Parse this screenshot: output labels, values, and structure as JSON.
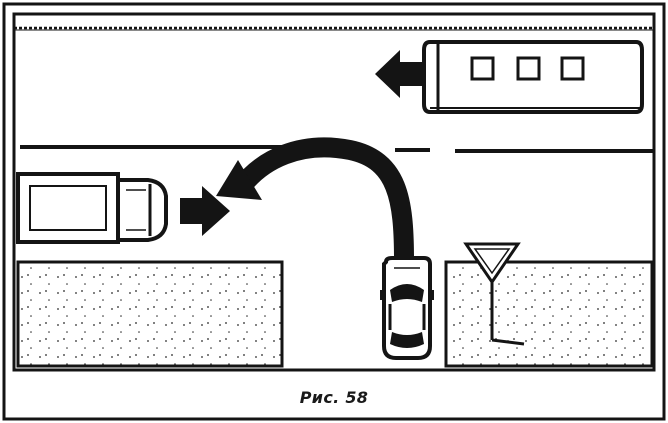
{
  "figure": {
    "caption": "Рис. 58",
    "colors": {
      "ink": "#141414",
      "paper": "#ffffff",
      "sidewalk_dot": "#2a2a2a"
    },
    "elements": [
      "road-edge-top",
      "center-dashed-line",
      "bus",
      "bus-direction-arrow",
      "truck",
      "truck-direction-arrow",
      "car",
      "car-turn-arrow",
      "sidewalk-left",
      "sidewalk-right",
      "yield-sign"
    ],
    "icons": {
      "yield_sign": "yield-triangle-icon",
      "turn_arrow": "left-turn-arrow-icon"
    }
  }
}
